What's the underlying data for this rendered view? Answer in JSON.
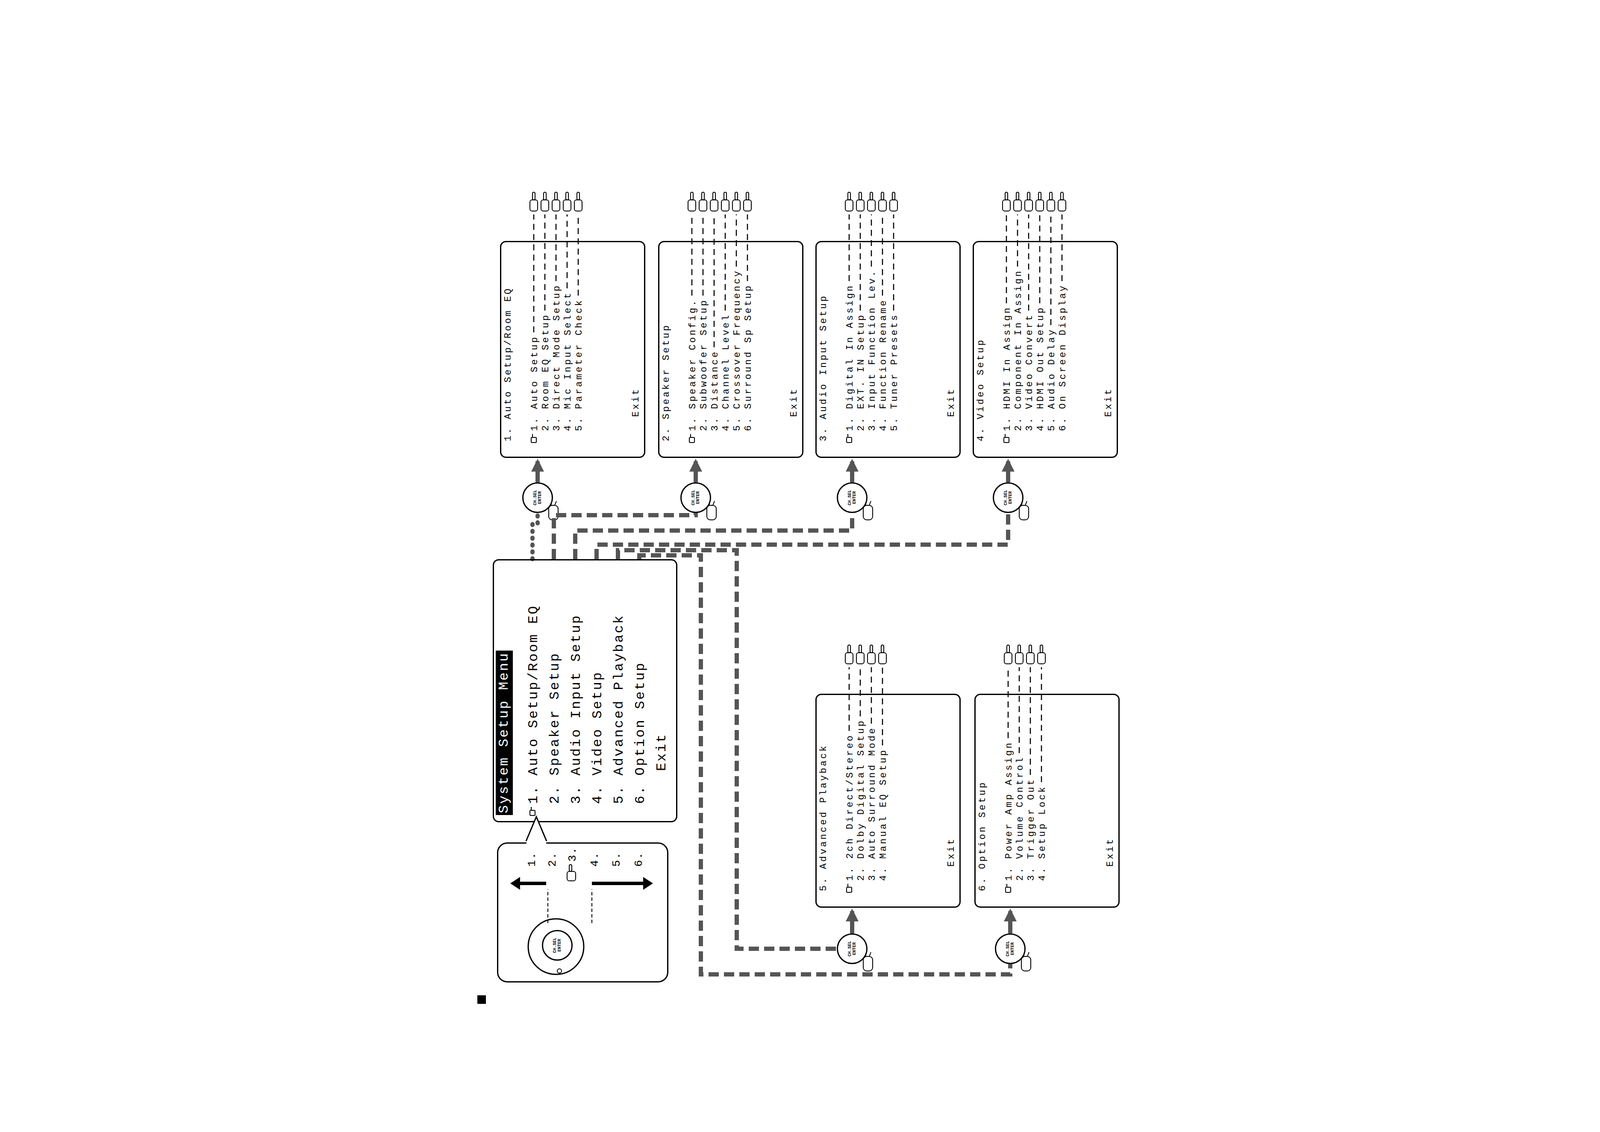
{
  "diagram": {
    "nodes": [
      {
        "text": [
          "System Setup Menu",
          "1. Auto Setup/Room EQ",
          "2. Speaker Setup",
          "3. Audio Input Setup",
          "4. Video Setup",
          "5. Advanced Playback",
          "6. Option Setup",
          "Exit"
        ]
      },
      {
        "text": [
          "1.",
          "2.",
          "3.",
          "4.",
          "5.",
          "6."
        ]
      },
      {
        "text": [
          "CH.SEL ENTER"
        ],
        "in": 1
      },
      {
        "text": [
          "CH.SEL ENTER"
        ]
      },
      {
        "text": [
          "1. Auto Setup/Room EQ",
          "1. Auto Setup",
          "2. Room EQ Setup",
          "3. Direct Mode Setup",
          "4. Mic Input Select",
          "5. Parameter Check",
          "Exit"
        ]
      },
      {
        "text": [
          "CH.SEL ENTER"
        ]
      },
      {
        "text": [
          "2. Speaker Setup",
          "1. Speaker Config.",
          "2. Subwoofer Setup",
          "3. Distance",
          "4. Channel Level",
          "5. Crossover Frequency",
          "6. Surround Sp Setup",
          "Exit"
        ]
      },
      {
        "text": [
          "CH.SEL ENTER"
        ]
      },
      {
        "text": [
          "3. Audio Input Setup",
          "1. Digital In Assign",
          "2. EXT. IN Setup",
          "3. Input Function Lev.",
          "4. Function Rename",
          "5. Tuner Presets",
          "Exit"
        ]
      },
      {
        "text": [
          "CH.SEL ENTER"
        ]
      },
      {
        "text": [
          "4. Video Setup",
          "1. HDMI In Assign",
          "2. Component In Assign",
          "3. Video Convert",
          "4. HDMI Out Setup",
          "5. Audio Delay",
          "6. On Screen Display",
          "Exit"
        ]
      },
      {
        "text": [
          "CH.SEL ENTER"
        ]
      },
      {
        "text": [
          "5. Advanced Playback",
          "1. 2ch Direct/Stereo",
          "2. Dolby Digital Setup",
          "3. Auto Surround Mode",
          "4. Manual EQ Setup",
          "Exit"
        ]
      },
      {
        "text": [
          "CH.SEL ENTER"
        ]
      },
      {
        "text": [
          "6. Option Setup",
          "1. Power Amp Assign",
          "2. Volume Control",
          "3. Trigger Out",
          "4. Setup Lock",
          "Exit"
        ]
      }
    ],
    "edges": [
      {
        "from": 0,
        "to": 3,
        "arrow": "none"
      },
      {
        "from": 3,
        "to": 4,
        "arrow": "to"
      },
      {
        "from": 0,
        "to": 5,
        "arrow": "none"
      },
      {
        "from": 5,
        "to": 6,
        "arrow": "to"
      },
      {
        "from": 0,
        "to": 7,
        "arrow": "none"
      },
      {
        "from": 7,
        "to": 8,
        "arrow": "to"
      },
      {
        "from": 0,
        "to": 9,
        "arrow": "none"
      },
      {
        "from": 9,
        "to": 10,
        "arrow": "to"
      },
      {
        "from": 0,
        "to": 11,
        "arrow": "none"
      },
      {
        "from": 11,
        "to": 12,
        "arrow": "to"
      },
      {
        "from": 0,
        "to": 13,
        "arrow": "none"
      },
      {
        "from": 13,
        "to": 14,
        "arrow": "to"
      }
    ]
  }
}
